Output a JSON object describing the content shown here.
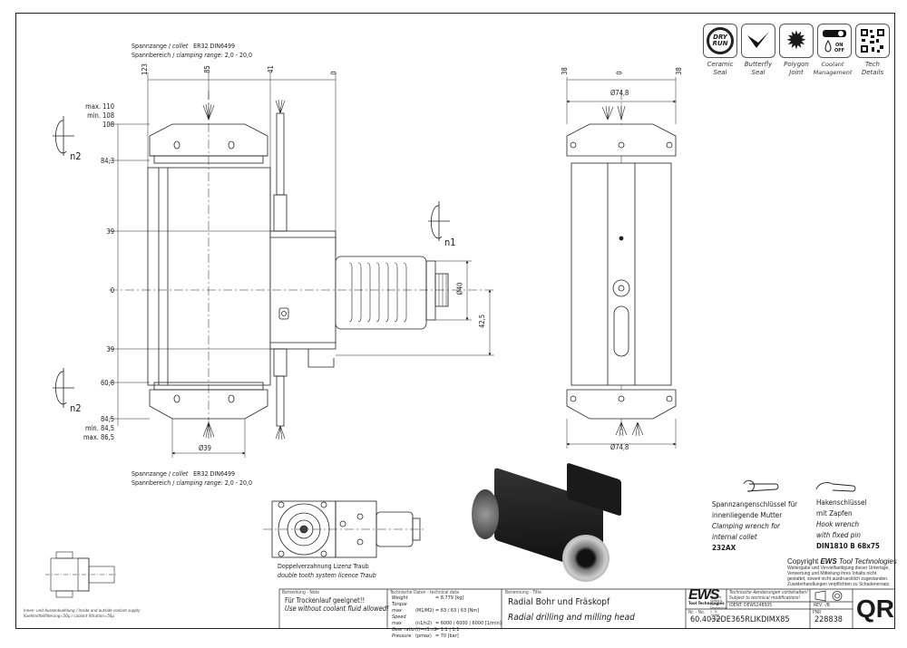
{
  "features": [
    {
      "icon": "dry-run-icon",
      "label_line1": "Ceramic",
      "label_line2": "Seal",
      "badge": "DRY RUN"
    },
    {
      "icon": "butterfly-seal-icon",
      "label_line1": "Butterfly",
      "label_line2": "Seal"
    },
    {
      "icon": "polygon-joint-icon",
      "label_line1": "Polygon",
      "label_line2": "Joint"
    },
    {
      "icon": "coolant-management-icon",
      "label_line1": "Coolant",
      "label_line2": "Management",
      "badge": "ON OFF"
    },
    {
      "icon": "qr-code-icon",
      "label_line1": "Tech",
      "label_line2": "Details"
    }
  ],
  "collet_top": {
    "line1_de": "Spannzange /",
    "line1_en": "collet",
    "line1_spec": "ER32   DIN6499",
    "line2_de": "Spannbereich /",
    "line2_en": "clamping range:",
    "line2_spec": "2,0 - 20,0"
  },
  "collet_bottom": {
    "line1_de": "Spannzange /",
    "line1_en": "collet",
    "line1_spec": "ER32   DIN6499",
    "line2_de": "Spannbereich /",
    "line2_en": "clamping range:",
    "line2_spec": "2,0 - 20,0"
  },
  "dimensions": {
    "top_horizontal": [
      "123",
      "85",
      "41",
      "0"
    ],
    "left_vertical": [
      "max. 110",
      "min. 108",
      "108",
      "84,3",
      "39",
      "0",
      "39",
      "60,8",
      "84,5",
      "min. 84,5",
      "max. 86,5"
    ],
    "bottom_diameter": "Ø39",
    "right_diameter": "Ø40",
    "right_offset": "42,5",
    "side_view_top": [
      "38",
      "0",
      "38"
    ],
    "side_view_diameter_top": "Ø74,8",
    "side_view_diameter_bottom": "Ø74,8",
    "rotation_n1": "n1",
    "rotation_n2_top": "n2",
    "rotation_n2_bottom": "n2"
  },
  "top_view_caption": {
    "de": "Doppelverzahnung Lizenz Traub",
    "en": "double tooth system licence Traub"
  },
  "coolant_caption": {
    "line1": "Innen- und Aussenkuehlung / Inside and outside coolant supply",
    "line2": "Kuehlmittelfilterung=50µ / coolant filtration=50µ"
  },
  "wrench1": {
    "line1": "Spannzangenschlüssel für",
    "line2": "innenliegende Mutter",
    "line3": "Clamping wrench for",
    "line4": "internal collet",
    "part": "232AX"
  },
  "wrench2": {
    "line1": "Hakenschlüssel",
    "line2": "mit Zapfen",
    "line3": "Hook wrench",
    "line4": "with fixed pin",
    "part": "DIN1810 B 68x75"
  },
  "copyright": {
    "title_pre": "Copyright ",
    "title_brand": "EWS",
    "title_post": " Tool Technologies",
    "lines": [
      "Weitergabe und Vervielfaeltigung dieser Unterlage,",
      "Verwertung und Mitteilung ihres Inhalts nicht",
      "gestattet, soweit nicht ausdruecklich zugestanden.",
      "Zuwiderhandlungen verpflichten zu Schadenersatz."
    ]
  },
  "title_block": {
    "note_header": "Bemerkung - Note",
    "note_de": "Für Trockenlauf geeignet!!",
    "note_en": "Use without coolant fluid allowed!",
    "tech_header": "Technische Daten - technical data",
    "tech_rows": [
      {
        "label": "Weight",
        "unit": "",
        "value": "= 8.779  [kg]"
      },
      {
        "label": "Torque max",
        "unit": "(M1/M2)",
        "value": "= 63 / 63 | 63 [Nm]"
      },
      {
        "label": "Speed max",
        "unit": "(n1/n2)",
        "value": "= 6000 / 6000 | 6000 [1/min]"
      },
      {
        "label": "Gear ratio",
        "unit": "(i)=n1:n2",
        "value": "= 1:1 | 1:1"
      },
      {
        "label": "Pressure",
        "unit": "(pmax)",
        "value": "= 70 [bar]"
      }
    ],
    "title_header": "Benennung - Title",
    "title_de": "Radial Bohr und Fräskopf",
    "title_en": "Radial drilling and milling head",
    "company_logo": "EWS",
    "company_sub": "Tool Technologies",
    "company_addr": "EWS Weigele GmbH & Co. KG · Maybachstr. 1 · D-73066 Uhingen",
    "changes_de": "Technische Aenderungen vorbehalten!",
    "changes_en": "Subject to technical modifications!",
    "ident_label": "IDENT:",
    "ident_value": "DEWS24B505",
    "rev_label": "REV:",
    "rev_value": "-/B",
    "part_no_header": "Nr. - No.",
    "part_no": "60.4032DE365RLIKDIMX85",
    "pnr_header": "PNR",
    "pnr": "228838",
    "qr_label": "QR"
  }
}
